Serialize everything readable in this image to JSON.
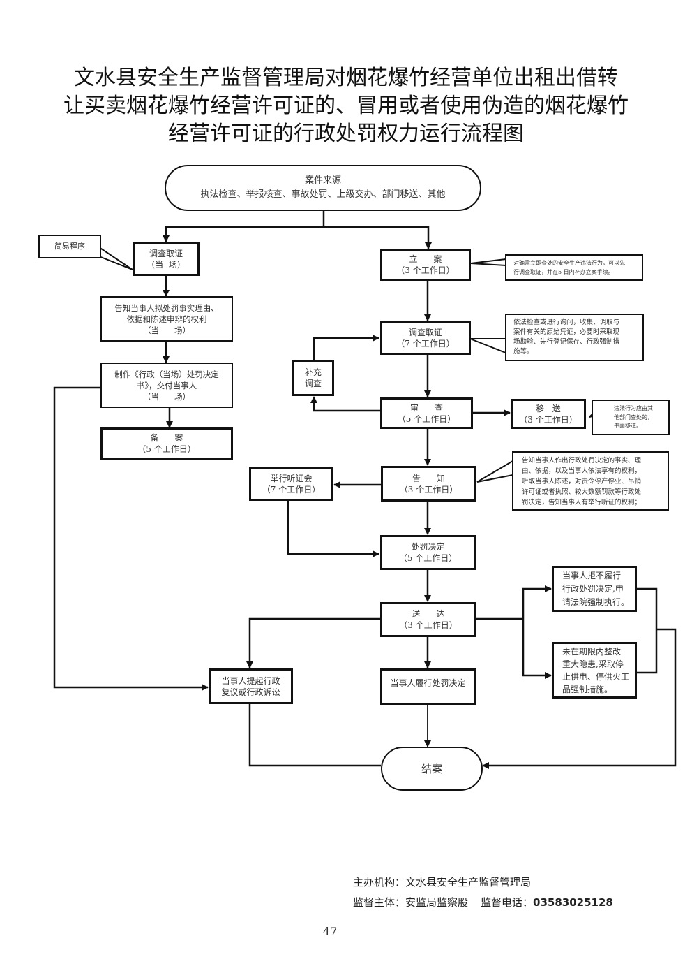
{
  "title": {
    "line1": "文水县安全生产监督管理局对烟花爆竹经营单位出租出借转",
    "line2": "让买卖烟花爆竹经营许可证的、冒用或者使用伪造的烟花爆竹",
    "line3": "经营许可证的行政处罚权力运行流程图"
  },
  "nodes": {
    "source": {
      "line1": "案件来源",
      "line2": "执法检查、举报核查、事故处罚、上级交办、部门移送、其他"
    },
    "simple_procedure": {
      "label": "简易程序"
    },
    "onsite_investigate": {
      "line1": "调查取证",
      "line2": "（当  场）"
    },
    "notify_rights": {
      "line1": "告知当事人拟处罚事实理由、",
      "line2": "依据和陈述申辩的权利",
      "line3": "（当      场）"
    },
    "make_decision_doc": {
      "line1": "制作《行政（当场）处罚决定",
      "line2": "书》，交付当事人",
      "line3": "（当      场）"
    },
    "archive": {
      "line1": "备      案",
      "line2": "（5 个工作日）"
    },
    "file_case": {
      "line1": "立      案",
      "line2": "（3 个工作日）"
    },
    "investigate": {
      "line1": "调查取证",
      "line2": "（7 个工作日）"
    },
    "supplement": {
      "line1": "补充",
      "line2": "调查"
    },
    "review": {
      "line1": "审      查",
      "line2": "（5 个工作日）"
    },
    "transfer": {
      "line1": "移   送",
      "line2": "（3 个工作日）"
    },
    "notify": {
      "line1": "告      知",
      "line2": "（3 个工作日）"
    },
    "hearing": {
      "line1": "举行听证会",
      "line2": "（7 个工作日）"
    },
    "decision": {
      "line1": "处罚决定",
      "line2": "（5 个工作日）"
    },
    "deliver": {
      "line1": "送      达",
      "line2": "（3 个工作日）"
    },
    "appeal": {
      "line1": "当事人提起行政",
      "line2": "复议或行政诉讼"
    },
    "comply": {
      "line1": "当事人履行处罚决定"
    },
    "refuse": {
      "line1": "当事人拒不履行",
      "line2": "行政处罚决定,申",
      "line3": "请法院强制执行。"
    },
    "enforce": {
      "line1": "未在期限内整改",
      "line2": "重大隐患,采取停",
      "line3": "止供电、停供火工",
      "line4": "品强制措施。"
    },
    "close": {
      "label": "结案"
    }
  },
  "notes": {
    "file_case_note": [
      "对确需立即查处的安全生产违法行为，可以先",
      "行调查取证，并在5 日内补办立案手续。"
    ],
    "investigate_note": [
      "依法检查或进行询问，收集、调取与",
      "案件有关的原始凭证，必要时采取现",
      "场勘验、先行登记保存、行政强制措",
      "施等。"
    ],
    "transfer_note": [
      "违法行为应由其",
      "他部门查处的，",
      "书面移送。"
    ],
    "notify_note": [
      "告知当事人作出行政处罚决定的事实、理",
      "由、依据，以及当事人依法享有的权利，",
      "听取当事人陈述，对责令停产停业、吊销",
      "许可证或者执照、较大数额罚款等行政处",
      "罚决定，告知当事人有举行听证的权利；"
    ]
  },
  "footer": {
    "organizer_label": "主办机构：",
    "organizer": "文水县安全生产监督管理局",
    "supervisor_label": "监督主体：",
    "supervisor": "安监局监察股",
    "phone_label": "监督电话：",
    "phone": "03583025128"
  },
  "page_number": "47"
}
